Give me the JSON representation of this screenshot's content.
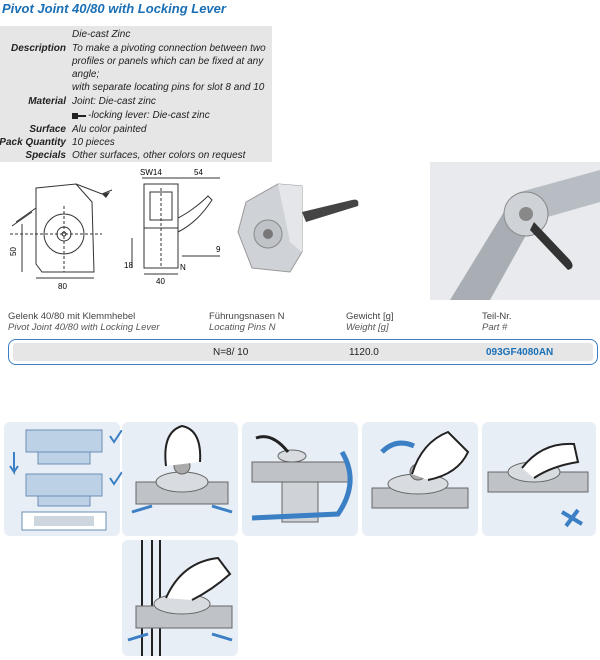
{
  "title": "Pivot Joint 40/80 with Locking Lever",
  "specs": [
    {
      "label": "",
      "lines": [
        "Die-cast Zinc"
      ]
    },
    {
      "label": "Description",
      "lines": [
        "To make a pivoting connection between two",
        "profiles or panels which can be fixed at any",
        "angle;",
        "with separate locating pins for slot 8 and 10"
      ]
    },
    {
      "label": "Material",
      "lines": [
        "Joint: Die-cast zinc",
        "-locking lever: Die-cast zinc"
      ]
    },
    {
      "label": "Surface",
      "lines": [
        "Alu color painted"
      ]
    },
    {
      "label": "Pack Quantity",
      "lines": [
        "10 pieces"
      ]
    },
    {
      "label": "Specials",
      "lines": [
        "Other surfaces, other colors on request"
      ]
    }
  ],
  "dims": {
    "sw": "SW14",
    "d54": "54",
    "d50": "50",
    "d80": "80",
    "d40": "40",
    "d18": "18",
    "d9": "9",
    "n": "N"
  },
  "table": {
    "col1_de": "Gelenk 40/80 mit Klemmhebel",
    "col1_en": "Pivot Joint 40/80 with Locking Lever",
    "col2_de": "Führungsnasen N",
    "col2_en": "Locating Pins N",
    "col3_de": "Gewicht [g]",
    "col3_en": "Weight [g]",
    "col4_de": "Teil-Nr.",
    "col4_en": "Part #",
    "row": {
      "n": "N=8/ 10",
      "weight": "1120.0",
      "part": "093GF4080AN"
    }
  },
  "colors": {
    "accent": "#1a6fb5",
    "spec_bg": "#e6e6e6",
    "panel_bg": "#e8eef5"
  }
}
